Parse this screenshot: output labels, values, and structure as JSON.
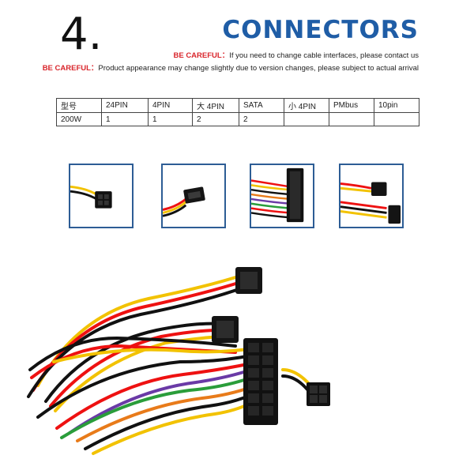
{
  "header": {
    "section_number": "4.",
    "title": "CONNECTORS"
  },
  "notes": [
    {
      "label": "BE CAREFUL：",
      "text": "If you need to change cable interfaces, please contact us"
    },
    {
      "label": "BE CAREFUL：",
      "text": "Product appearance may change slightly due to version changes, please subject to actual arrival"
    }
  ],
  "spec_table": {
    "headers": [
      "型号",
      "24PIN",
      "4PIN",
      "大 4PIN",
      "SATA",
      "小 4PIN",
      "PMbus",
      "10pin"
    ],
    "rows": [
      [
        "200W",
        "1",
        "1",
        "2",
        "2",
        "",
        "",
        ""
      ]
    ]
  },
  "thumbnails": [
    {
      "icon": "4pin-cpu-connector-icon"
    },
    {
      "icon": "sata-connector-icon"
    },
    {
      "icon": "24pin-connector-icon"
    },
    {
      "icon": "molex-connector-icon"
    }
  ],
  "colors": {
    "title": "#1f5da6",
    "warning": "#d9262c",
    "thumb_border": "#2d5d95"
  }
}
